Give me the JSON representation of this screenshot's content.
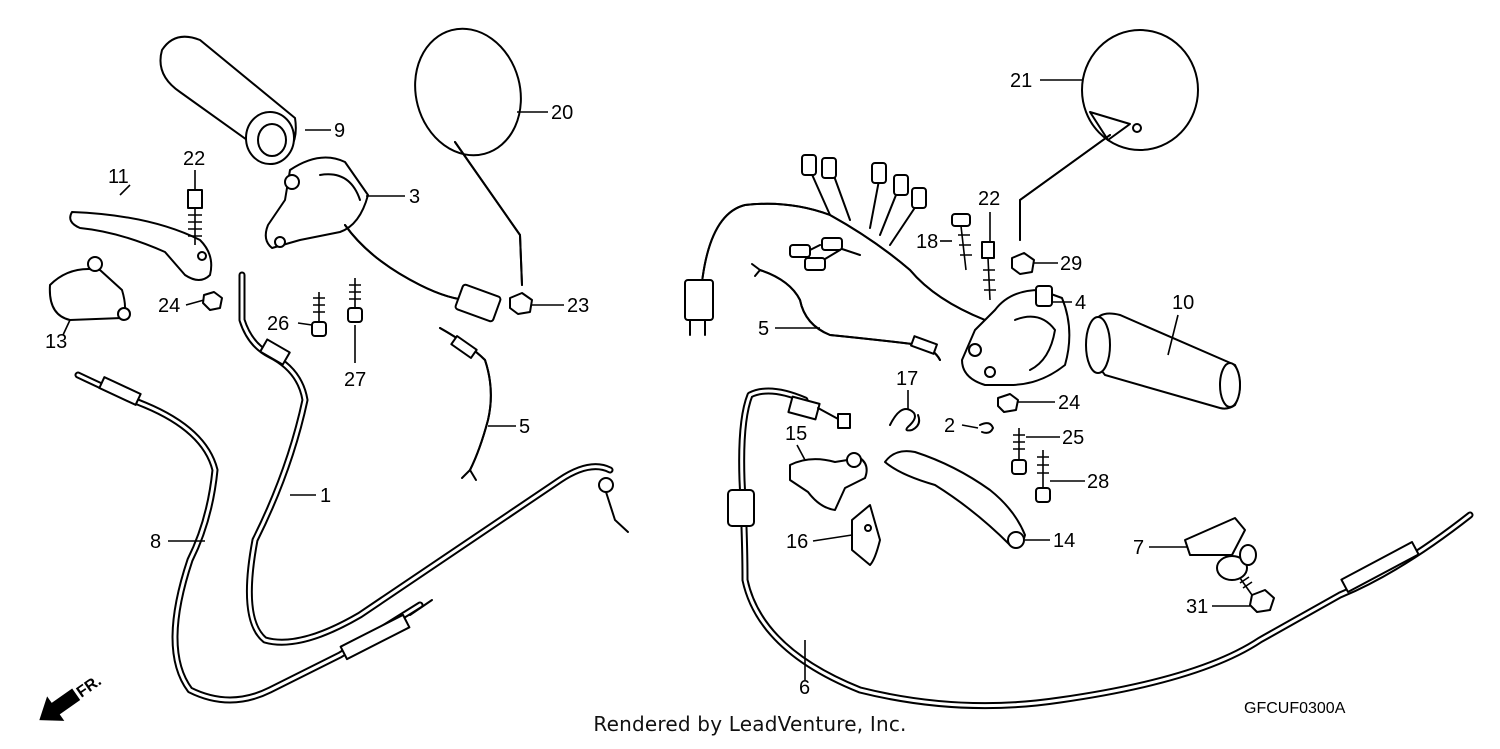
{
  "diagram": {
    "callouts": [
      {
        "id": "n1",
        "label": "1"
      },
      {
        "id": "n2",
        "label": "2"
      },
      {
        "id": "n3",
        "label": "3"
      },
      {
        "id": "n4",
        "label": "4"
      },
      {
        "id": "n5a",
        "label": "5"
      },
      {
        "id": "n5b",
        "label": "5"
      },
      {
        "id": "n6",
        "label": "6"
      },
      {
        "id": "n7",
        "label": "7"
      },
      {
        "id": "n8",
        "label": "8"
      },
      {
        "id": "n9",
        "label": "9"
      },
      {
        "id": "n10",
        "label": "10"
      },
      {
        "id": "n11",
        "label": "11"
      },
      {
        "id": "n13",
        "label": "13"
      },
      {
        "id": "n14",
        "label": "14"
      },
      {
        "id": "n15",
        "label": "15"
      },
      {
        "id": "n16",
        "label": "16"
      },
      {
        "id": "n17",
        "label": "17"
      },
      {
        "id": "n18",
        "label": "18"
      },
      {
        "id": "n20",
        "label": "20"
      },
      {
        "id": "n21",
        "label": "21"
      },
      {
        "id": "n22a",
        "label": "22"
      },
      {
        "id": "n22b",
        "label": "22"
      },
      {
        "id": "n23",
        "label": "23"
      },
      {
        "id": "n24a",
        "label": "24"
      },
      {
        "id": "n24b",
        "label": "24"
      },
      {
        "id": "n25",
        "label": "25"
      },
      {
        "id": "n26",
        "label": "26"
      },
      {
        "id": "n27",
        "label": "27"
      },
      {
        "id": "n28",
        "label": "28"
      },
      {
        "id": "n29",
        "label": "29"
      },
      {
        "id": "n31",
        "label": "31"
      }
    ],
    "direction_label": "FR.",
    "diagram_code": "GFCUF0300A",
    "footer_text": "Rendered by LeadVenture, Inc."
  }
}
